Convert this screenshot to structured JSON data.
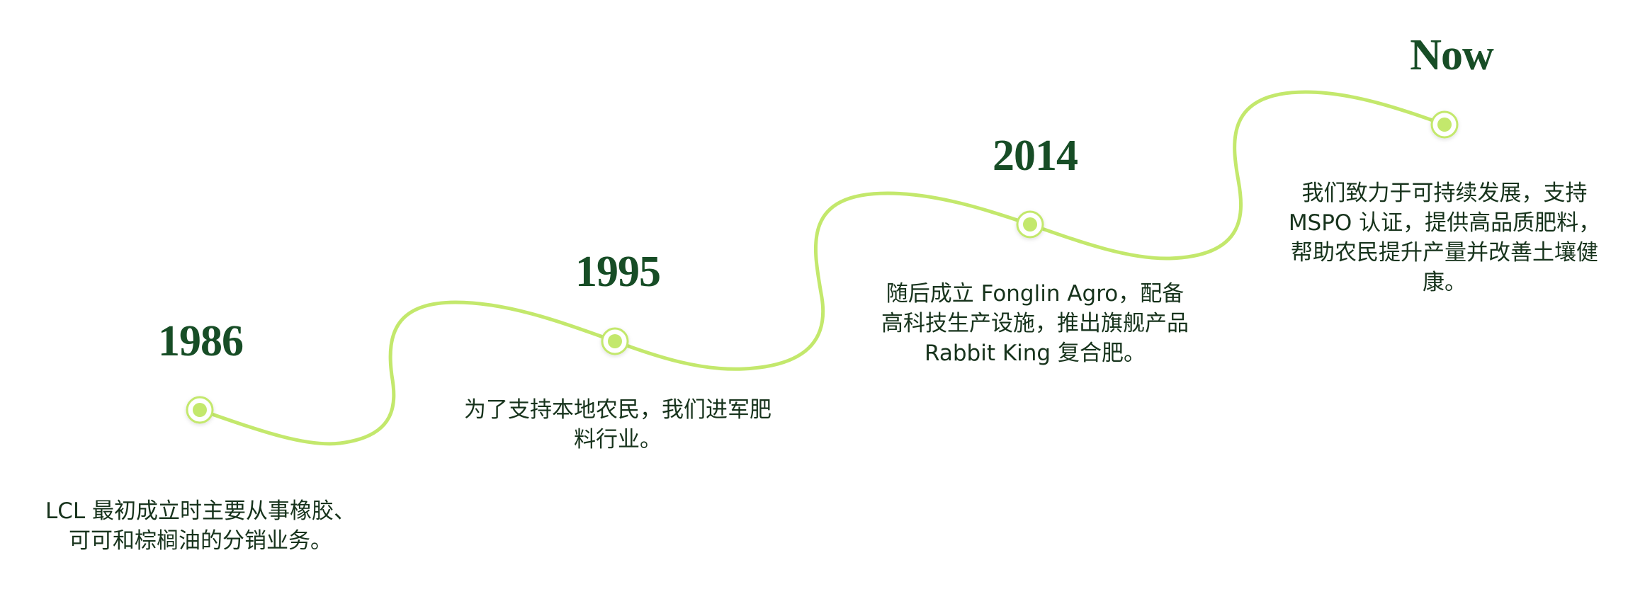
{
  "colors": {
    "curve": "#c3e86c",
    "year_text": "#174d26",
    "body_text": "#17331c",
    "background": "#ffffff"
  },
  "milestones": [
    {
      "year": "1986",
      "description": "LCL 最初成立时主要从事橡胶、可可和棕榈油的分销业务。",
      "marker_icon": "timeline-node-icon"
    },
    {
      "year": "1995",
      "description": "为了支持本地农民，我们进军肥料行业。",
      "marker_icon": "timeline-node-icon"
    },
    {
      "year": "2014",
      "description": "随后成立 Fonglin Agro，配备高科技生产设施，推出旗舰产品 Rabbit King 复合肥。",
      "marker_icon": "timeline-node-icon"
    },
    {
      "year": "Now",
      "description": "我们致力于可持续发展，支持 MSPO 认证，提供高品质肥料，帮助农民提升产量并改善土壤健康。",
      "marker_icon": "timeline-node-icon"
    }
  ]
}
